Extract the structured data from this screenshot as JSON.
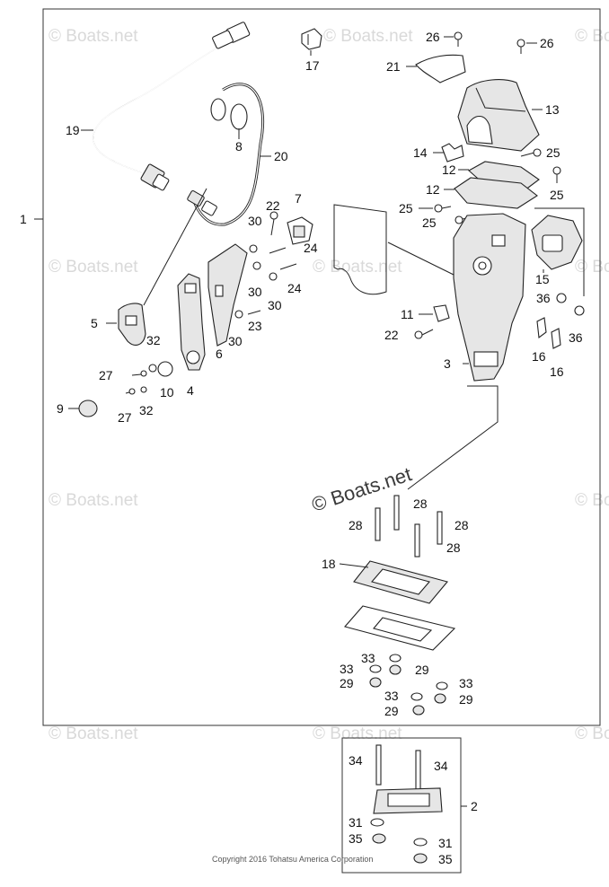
{
  "watermarks": {
    "small": "© Boats.net",
    "large": "© Boats.net"
  },
  "copyright": "Copyright 2016 Tohatsu America Corporation",
  "callouts": {
    "c1": "1",
    "c2": "2",
    "c3": "3",
    "c4": "4",
    "c5": "5",
    "c6": "6",
    "c7": "7",
    "c8": "8",
    "c9": "9",
    "c10": "10",
    "c11": "11",
    "c12a": "12",
    "c12b": "12",
    "c13": "13",
    "c14": "14",
    "c15": "15",
    "c16a": "16",
    "c16b": "16",
    "c17": "17",
    "c18": "18",
    "c19": "19",
    "c20": "20",
    "c21": "21",
    "c22a": "22",
    "c22b": "22",
    "c23": "23",
    "c24a": "24",
    "c24b": "24",
    "c25a": "25",
    "c25b": "25",
    "c25c": "25",
    "c25d": "25",
    "c26a": "26",
    "c26b": "26",
    "c27a": "27",
    "c27b": "27",
    "c28a": "28",
    "c28b": "28",
    "c28c": "28",
    "c28d": "28",
    "c29a": "29",
    "c29b": "29",
    "c29c": "29",
    "c29d": "29",
    "c30a": "30",
    "c30b": "30",
    "c30c": "30",
    "c30d": "30",
    "c31a": "31",
    "c31b": "31",
    "c32a": "32",
    "c32b": "32",
    "c33a": "33",
    "c33b": "33",
    "c33c": "33",
    "c33d": "33",
    "c34a": "34",
    "c34b": "34",
    "c35a": "35",
    "c35b": "35",
    "c36a": "36",
    "c36b": "36"
  }
}
